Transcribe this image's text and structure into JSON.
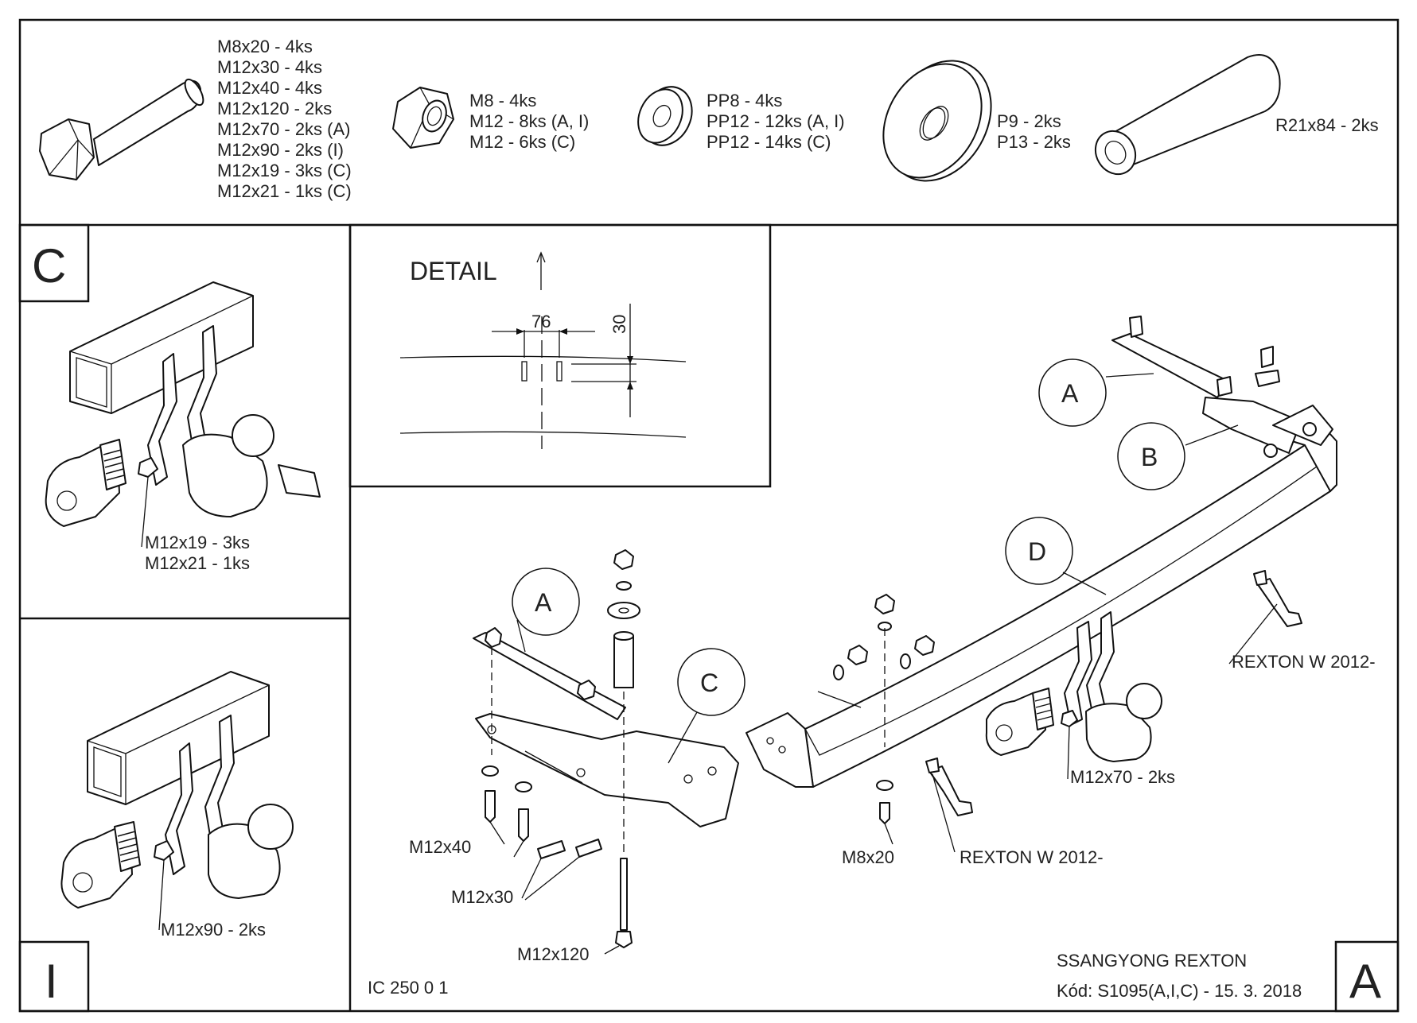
{
  "parts_list": {
    "bolts": [
      "M8x20 - 4ks",
      "M12x30 - 4ks",
      "M12x40 - 4ks",
      "M12x120 - 2ks",
      "M12x70 - 2ks (A)",
      "M12x90 - 2ks (I)",
      "M12x19 - 3ks (C)",
      "M12x21 - 1ks (C)"
    ],
    "nuts": [
      "M8 - 4ks",
      "M12 - 8ks (A, I)",
      "M12 - 6ks (C)"
    ],
    "washers_small": [
      "PP8 - 4ks",
      "PP12 - 12ks (A, I)",
      "PP12 - 14ks (C)"
    ],
    "washers_large": [
      "P9 - 2ks",
      "P13 - 2ks"
    ],
    "spacer_tube": "R21x84 - 2ks"
  },
  "panel_c": {
    "letter": "C",
    "bolt_labels": [
      "M12x19 - 3ks",
      "M12x21 - 1ks"
    ]
  },
  "panel_i": {
    "letter": "I",
    "bolt_label": "M12x90 - 2ks"
  },
  "detail": {
    "title": "DETAIL",
    "dim_horizontal": "76",
    "dim_vertical": "30"
  },
  "main": {
    "callouts": [
      "A",
      "A",
      "B",
      "C",
      "D"
    ],
    "bolt_labels": {
      "m12x40": "M12x40",
      "m12x30": "M12x30",
      "m12x120": "M12x120",
      "m8x20": "M8x20",
      "m12x70": "M12x70 - 2ks"
    },
    "model_labels": [
      "REXTON W 2012-",
      "REXTON W 2012-"
    ]
  },
  "title_block": {
    "drawing_number": "IC 250 0 1",
    "vehicle": "SSANGYONG REXTON",
    "code": "Kód: S1095(A,I,C) - 15. 3. 2018",
    "corner_letter": "A"
  }
}
